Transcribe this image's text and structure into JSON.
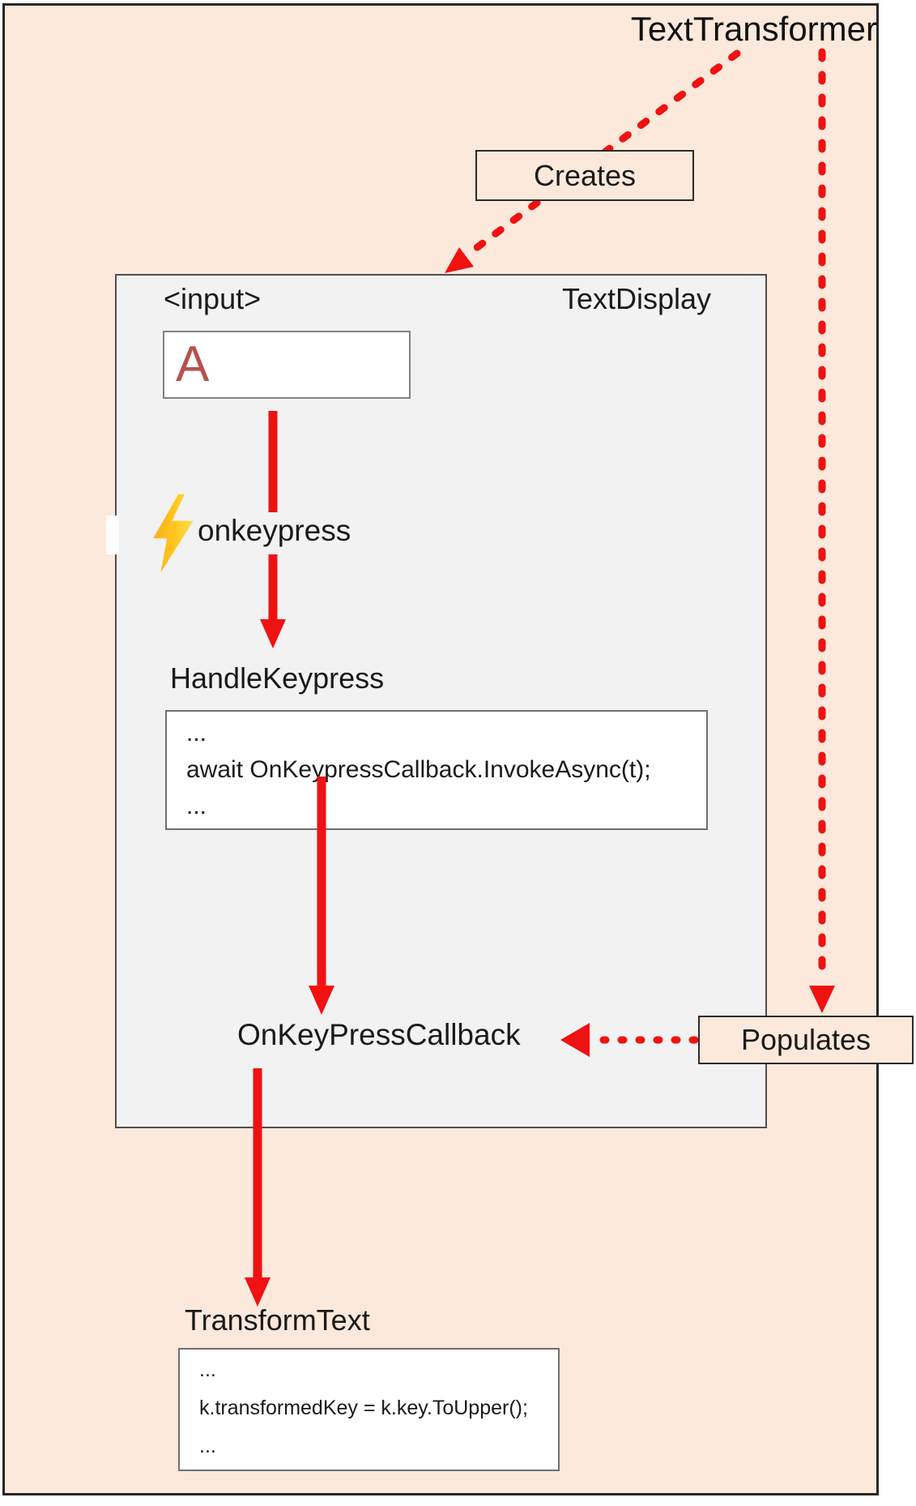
{
  "title": "TextTransformer",
  "creates_label": "Creates",
  "populates_label": "Populates",
  "text_display": {
    "name": "TextDisplay",
    "input_tag": "<input>",
    "input_value": "A",
    "event_name": "onkeypress",
    "handler_name": "HandleKeypress",
    "handler_code": [
      "...",
      "await OnKeypressCallback.InvokeAsync(t);",
      "..."
    ],
    "callback_name": "OnKeyPressCallback"
  },
  "transform": {
    "name": "TransformText",
    "code": [
      "...",
      "k.transformedKey = k.key.ToUpper();",
      "..."
    ]
  },
  "colors": {
    "arrow_red": "#f01111",
    "background_peach": "#fce9dc",
    "panel_gray": "#f2f2f2",
    "input_letter_red": "#b7524b",
    "bolt_yellow": "#ffc21d"
  }
}
